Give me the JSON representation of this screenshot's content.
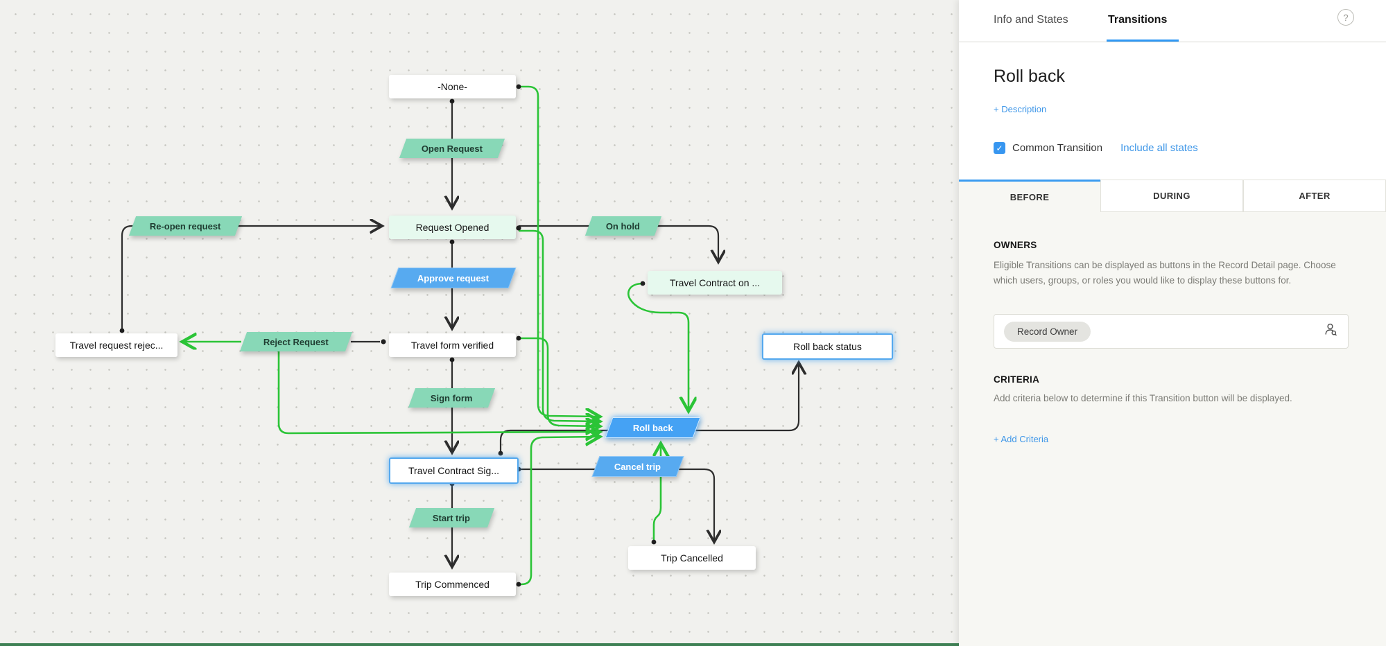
{
  "canvas": {
    "states": [
      {
        "label": "-None-",
        "variant": "white"
      },
      {
        "label": "Request Opened",
        "variant": "mint"
      },
      {
        "label": "Travel form verified",
        "variant": "white"
      },
      {
        "label": "Travel Contract Sig...",
        "variant": "selected"
      },
      {
        "label": "Trip Commenced",
        "variant": "white"
      },
      {
        "label": "Travel request rejec...",
        "variant": "white"
      },
      {
        "label": "Travel Contract on ...",
        "variant": "mint"
      },
      {
        "label": "Roll back status",
        "variant": "selected"
      },
      {
        "label": "Trip Cancelled",
        "variant": "white"
      }
    ],
    "transitions": [
      {
        "label": "Open Request",
        "kind": "green"
      },
      {
        "label": "Re-open request",
        "kind": "green"
      },
      {
        "label": "On hold",
        "kind": "green"
      },
      {
        "label": "Approve request",
        "kind": "blue"
      },
      {
        "label": "Reject Request",
        "kind": "green"
      },
      {
        "label": "Sign form",
        "kind": "green"
      },
      {
        "label": "Roll back",
        "kind": "blue-selected"
      },
      {
        "label": "Cancel trip",
        "kind": "blue"
      },
      {
        "label": "Start trip",
        "kind": "green"
      }
    ]
  },
  "panel": {
    "tabs": {
      "info": "Info and States",
      "transitions": "Transitions"
    },
    "help_icon": "?",
    "title": "Roll back",
    "description_link": "+ Description",
    "common_transition": {
      "checked": true,
      "label": "Common Transition",
      "check_glyph": "✓"
    },
    "include_all_states_link": "Include all states",
    "stage_tabs": [
      "BEFORE",
      "DURING",
      "AFTER"
    ],
    "owners": {
      "heading": "OWNERS",
      "description": "Eligible Transitions can be displayed as buttons in the Record Detail page. Choose which users, groups, or roles you would like to display these buttons for.",
      "chip": "Record Owner"
    },
    "criteria": {
      "heading": "CRITERIA",
      "description": "Add criteria below to determine if this Transition button will be displayed.",
      "add_link": "+ Add Criteria"
    }
  },
  "colors": {
    "accent_blue": "#3b96ee",
    "selected_blue": "#45a2f4",
    "transition_green": "#88d8b7",
    "mint_state": "#e6f9ee",
    "connector_green": "#2bc437",
    "connector_black": "#2d2d2d",
    "bottom_bar_green": "#3e8054",
    "panel_section_bg": "#f7f7f3"
  }
}
